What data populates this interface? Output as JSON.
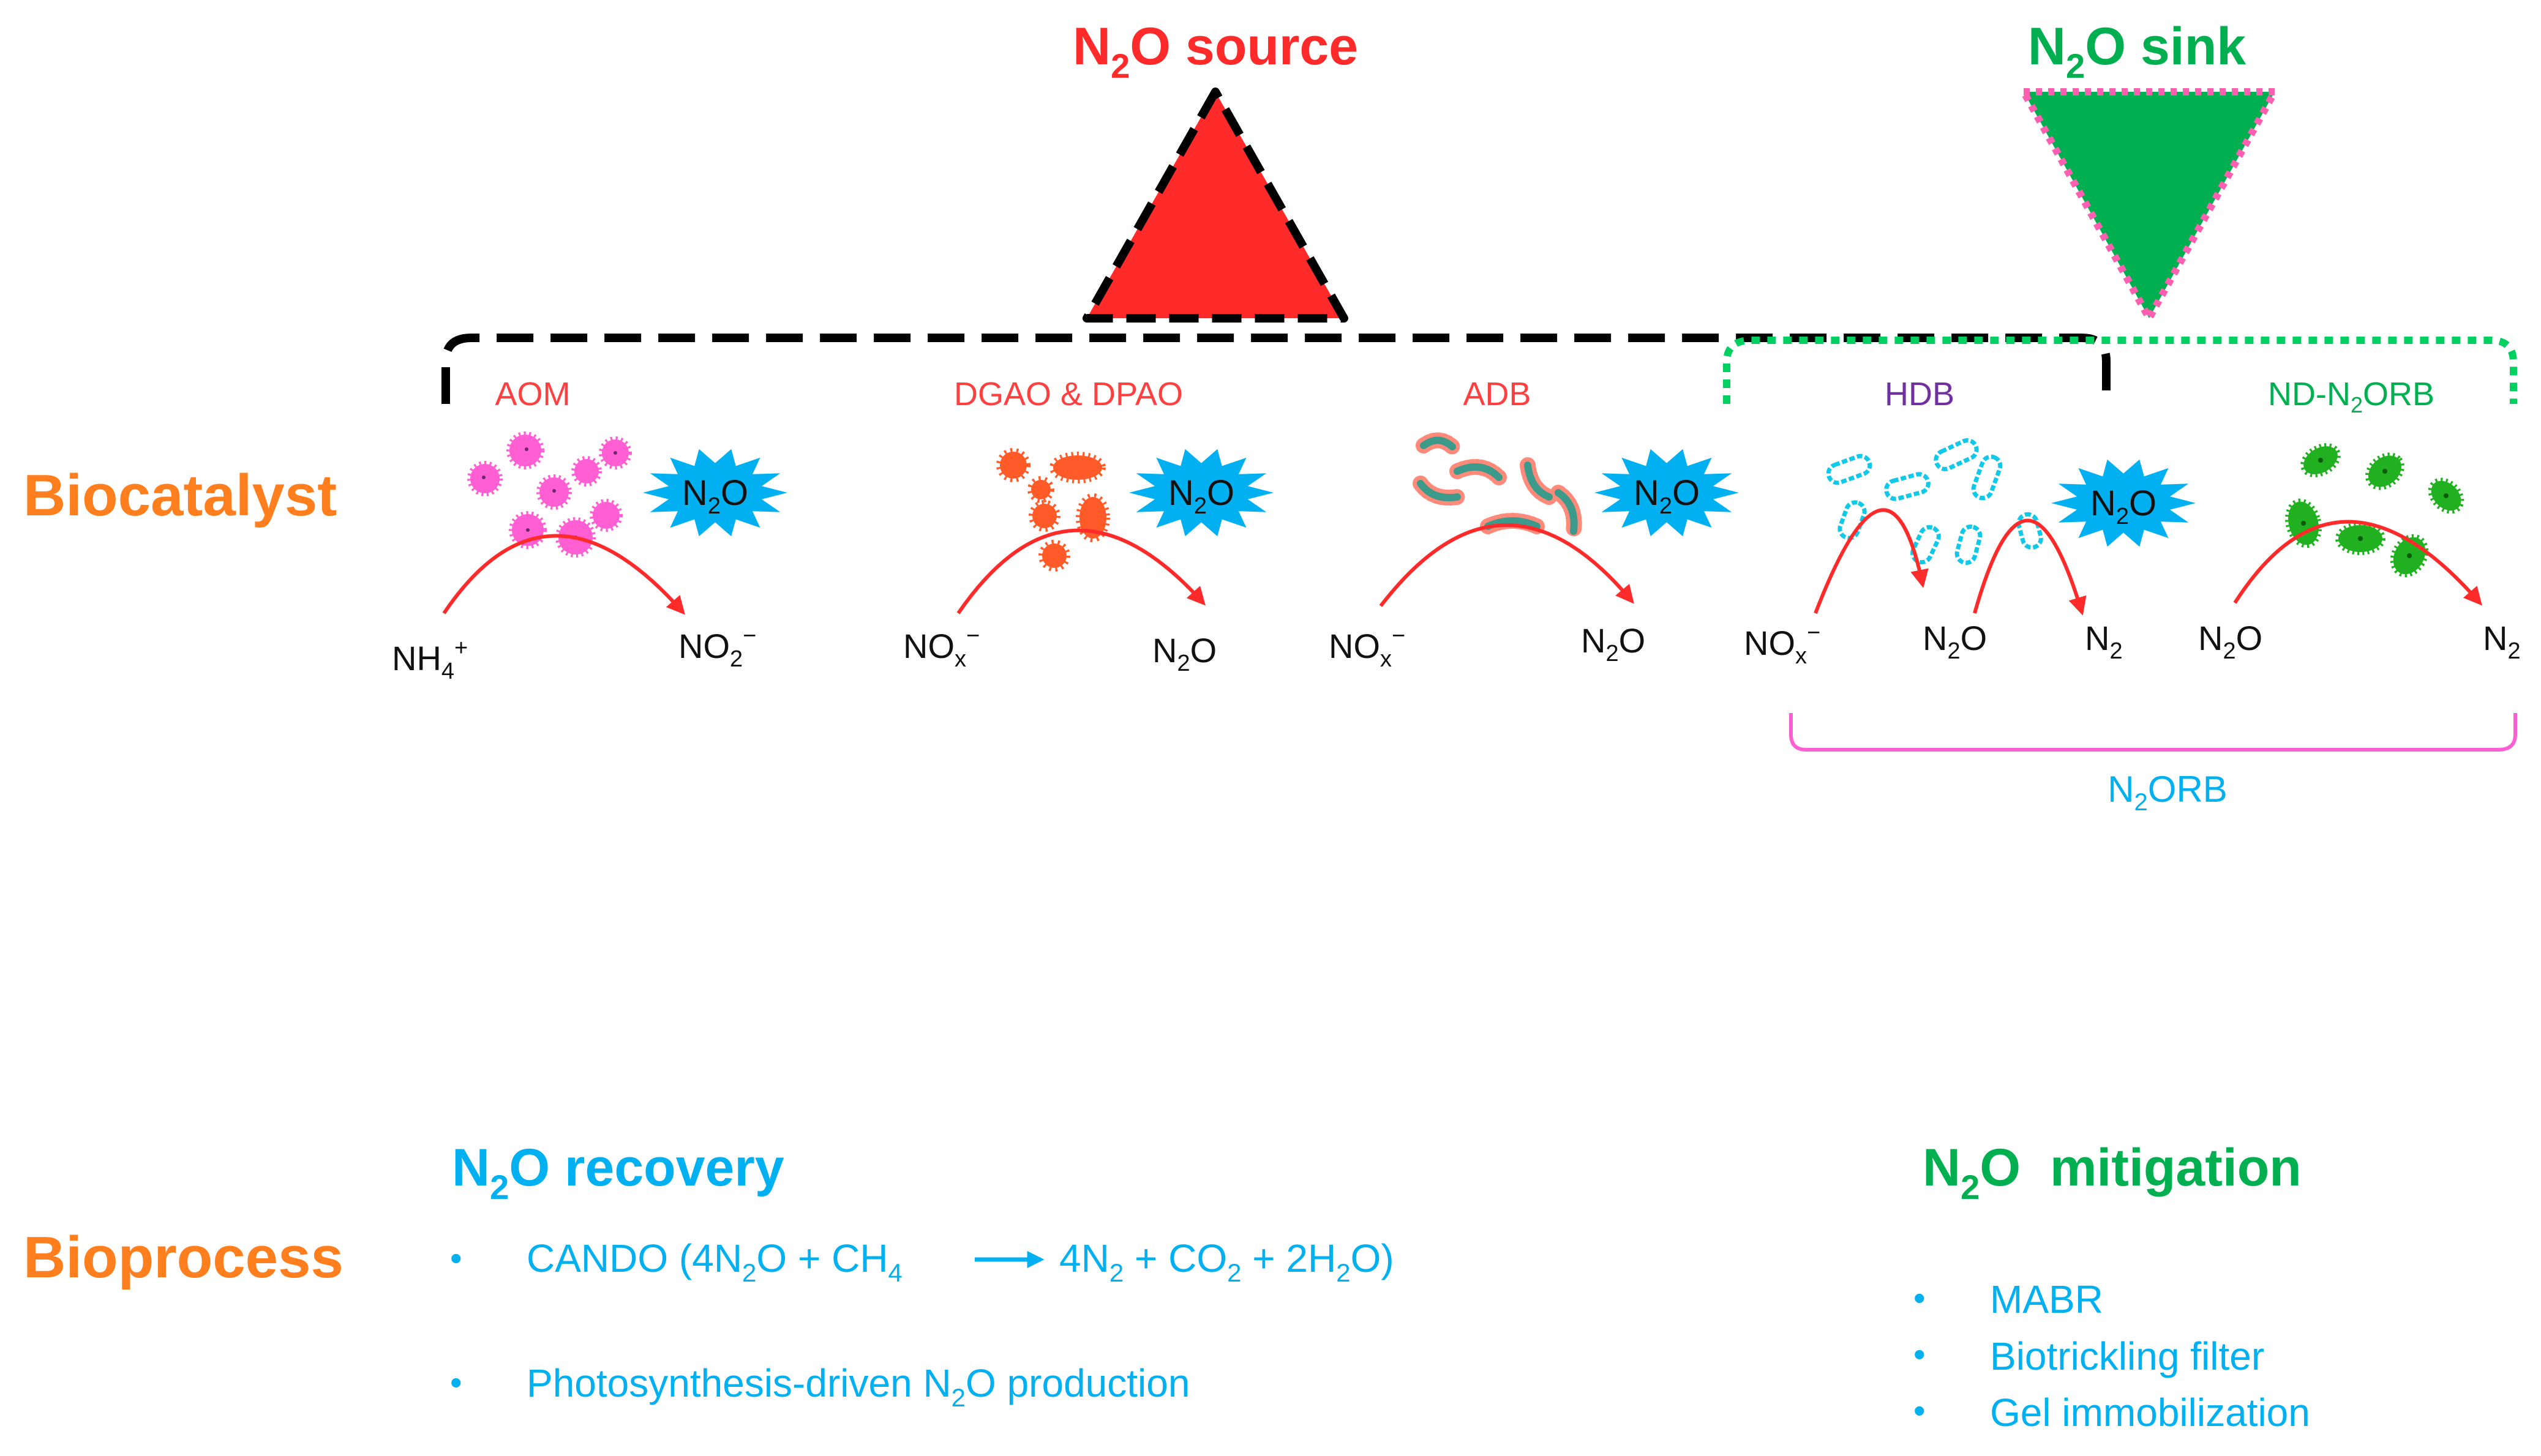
{
  "colors": {
    "source_red": "#ff2a2a",
    "sink_green": "#00b050",
    "sink_dots": "#ff5fb0",
    "orange": "#ff7f1e",
    "blue": "#00b0f0",
    "arrow_red": "#ff2a2a",
    "aom_pink": "#ff5fd2",
    "dgao_orange": "#ff5a28",
    "hdb_cyan": "#10c8e8",
    "nd_green": "#20b020",
    "hdb_purple": "#7030a0"
  },
  "header": {
    "source": {
      "main": "N",
      "sub": "2",
      "rest": "O source"
    },
    "sink": {
      "main": "N",
      "sub": "2",
      "rest": "O sink"
    }
  },
  "rows": {
    "biocatalyst": "Biocatalyst",
    "bioprocess": "Bioprocess"
  },
  "organisms": {
    "aom": "AOM",
    "dgao": "DGAO & DPAO",
    "adb": "ADB",
    "hdb": "HDB",
    "nd": {
      "a": "ND-N",
      "sub": "2",
      "b": "ORB"
    }
  },
  "badge": {
    "n": "N",
    "sub": "2",
    "o": "O"
  },
  "species": {
    "nh4": {
      "a": "NH",
      "sub": "4",
      "sup": "+"
    },
    "no2": {
      "a": "NO",
      "sub": "2",
      "sup": "−"
    },
    "nox": {
      "a": "NO",
      "sub": "x",
      "sup": "−"
    },
    "n2o": {
      "a": "N",
      "sub": "2",
      "b": "O"
    },
    "n2": {
      "a": "N",
      "sub": "2"
    }
  },
  "n2orb": {
    "a": "N",
    "sub": "2",
    "b": "ORB"
  },
  "recovery": {
    "title": {
      "a": "N",
      "sub": "2",
      "b": "O recovery"
    },
    "bullet": "•",
    "cando": {
      "t1": "CANDO (4N",
      "s1": "2",
      "t2": "O + CH",
      "s2": "4",
      "t3": "4N",
      "s3": "2",
      "t4": " + CO",
      "s4": "2",
      "t5": " + 2H",
      "s5": "2",
      "t6": "O)"
    },
    "photo": {
      "a": "Photosynthesis-driven N",
      "sub": "2",
      "b": "O production"
    }
  },
  "mitigation": {
    "title": {
      "a": "N",
      "sub": "2",
      "b": "O  mitigation"
    },
    "items": [
      "MABR",
      "Biotrickling filter",
      "Gel immobilization"
    ]
  }
}
